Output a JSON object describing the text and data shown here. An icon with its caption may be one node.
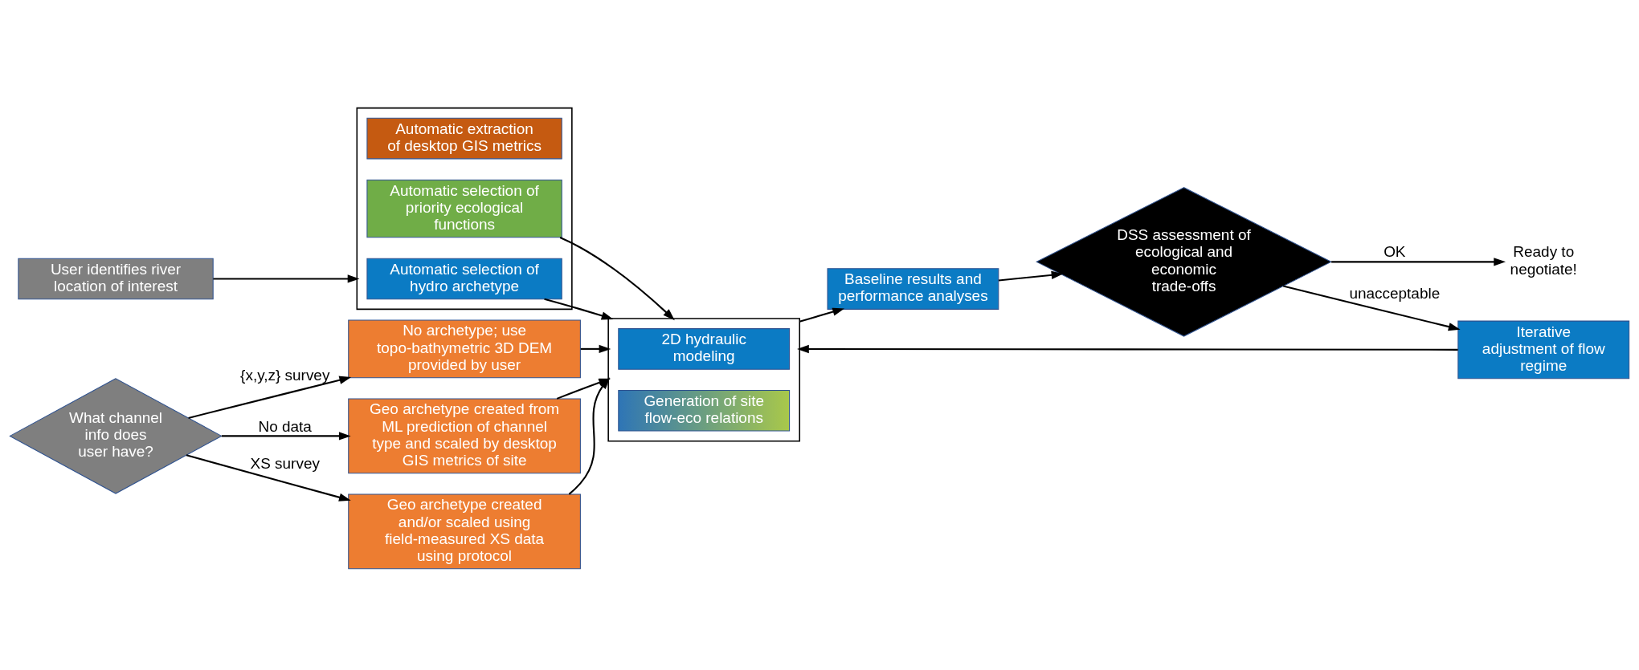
{
  "diagram": {
    "nodes": [
      {
        "text": [
          "User identifies river location of interest"
        ]
      },
      {
        "text": [],
        "shape": "box"
      },
      {
        "text": [
          "Automatic extraction of desktop GIS metrics"
        ],
        "in": 1
      },
      {
        "text": [
          "Automatic selection of hydro archetype"
        ],
        "in": 1
      },
      {
        "text": [
          "Automatic selection of priority ecological functions"
        ],
        "in": 1
      },
      {
        "text": [
          "What channel info does user have?"
        ]
      },
      {
        "text": [
          "Geo archetype created from ML prediction of channel type and scaled by desktop GIS metrics of site"
        ]
      },
      {
        "text": [
          "Geo archetype created and/or scaled using field-measured XS data using protocol"
        ]
      },
      {
        "text": [
          "No archetype; use topo-bathymetric 3D DEM provided by user"
        ]
      },
      {
        "text": [],
        "shape": "box"
      },
      {
        "text": [
          "2D hydraulic modeling"
        ],
        "in": 9
      },
      {
        "text": [
          "Generation of site flow-eco relations"
        ],
        "in": 9
      },
      {
        "text": [
          "Iterative adjustment of flow regime"
        ]
      },
      {
        "text": [
          "Baseline results and performance analyses"
        ]
      },
      {
        "text": [
          "DSS assessment of ecological and economic trade-offs"
        ]
      },
      {
        "text": [
          "Ready to negotiate!"
        ]
      }
    ],
    "edges": [
      {
        "from": 0,
        "to": 1,
        "arrow": "to"
      },
      {
        "from": 3,
        "to": 9,
        "arrow": "to"
      },
      {
        "from": 4,
        "to": 9,
        "arrow": "to"
      },
      {
        "from": 5,
        "to": 6,
        "arrow": "to",
        "label": "No data"
      },
      {
        "from": 5,
        "to": 7,
        "arrow": "to",
        "label": "XS survey"
      },
      {
        "from": 5,
        "to": 8,
        "arrow": "to",
        "label": "{x,y,z} survey"
      },
      {
        "from": 6,
        "to": 9,
        "arrow": "to"
      },
      {
        "from": 7,
        "to": 9,
        "arrow": "to"
      },
      {
        "from": 8,
        "to": 9,
        "arrow": "to"
      },
      {
        "from": 12,
        "to": 9,
        "arrow": "to"
      },
      {
        "from": 9,
        "to": 13,
        "arrow": "to"
      },
      {
        "from": 13,
        "to": 14,
        "arrow": "to"
      },
      {
        "from": 14,
        "to": 12,
        "arrow": "to",
        "label": "unacceptable"
      },
      {
        "from": 14,
        "to": 15,
        "arrow": "to",
        "label": "OK"
      }
    ]
  }
}
